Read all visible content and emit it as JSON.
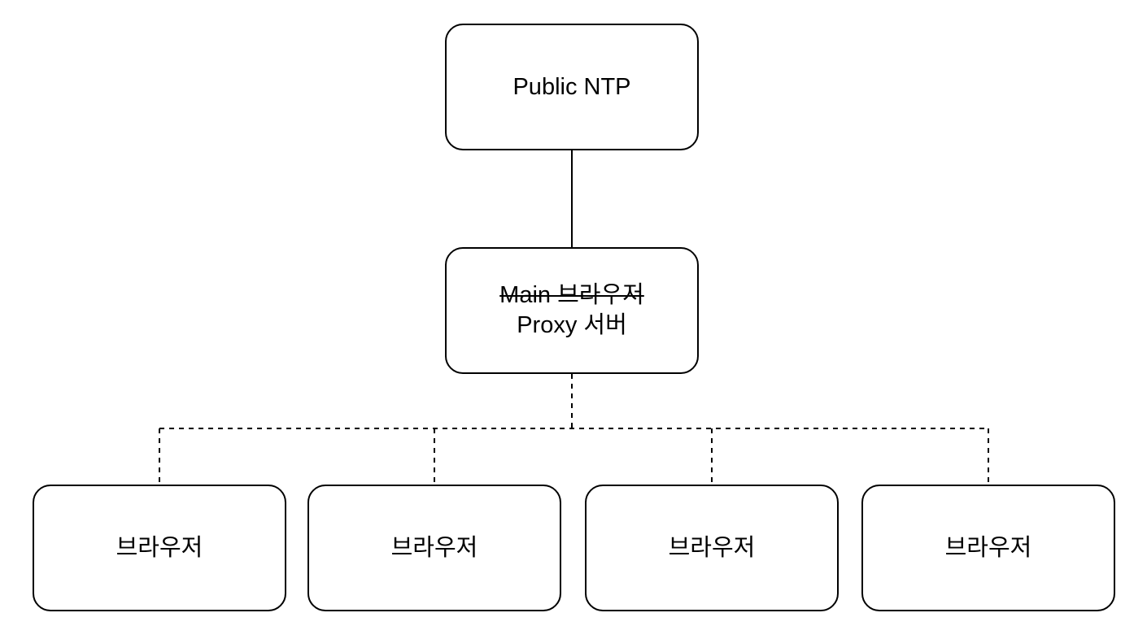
{
  "nodes": {
    "ntp": {
      "label": "Public NTP"
    },
    "proxy": {
      "struck_label": "Main 브라우저",
      "label": "Proxy 서버"
    },
    "browsers": [
      {
        "label": "브라우저"
      },
      {
        "label": "브라우저"
      },
      {
        "label": "브라우저"
      },
      {
        "label": "브라우저"
      }
    ]
  },
  "colors": {
    "stroke": "#000000",
    "fill": "#ffffff"
  }
}
